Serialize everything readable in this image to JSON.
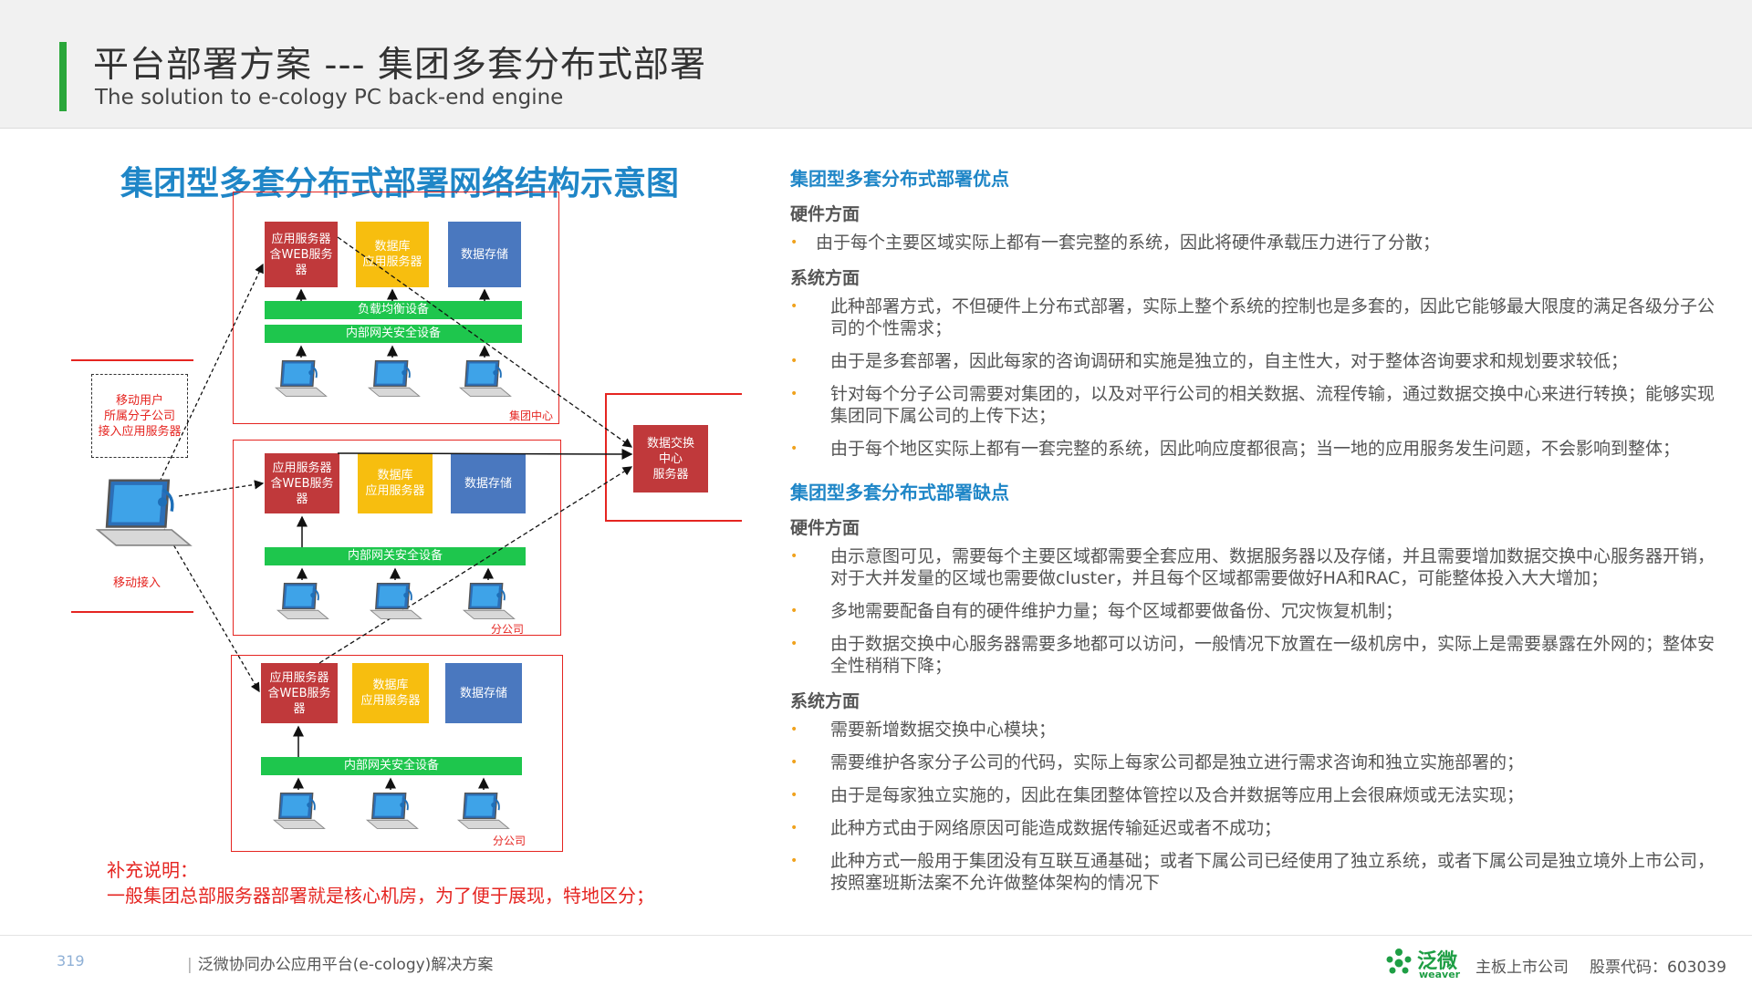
{
  "header": {
    "title": "平台部署方案 --- 集团多套分布式部署",
    "subtitle": "The solution to e-cology PC back-end engine"
  },
  "diagram": {
    "title": "集团型多套分布式部署网络结构示意图",
    "regions": {
      "group_center": "集团中心",
      "sub_a": "分公司",
      "sub_b": "分公司"
    },
    "boxes": {
      "app_server_1": "应用服务器\n含WEB服务器",
      "db_server_1": "数据库\n应用服务器",
      "storage_1": "数据存储",
      "app_server_2": "应用服务器\n含WEB服务器",
      "db_server_2": "数据库\n应用服务器",
      "storage_2": "数据存储",
      "app_server_3": "应用服务器\n含WEB服务器",
      "db_server_3": "数据库\n应用服务器",
      "storage_3": "数据存储",
      "exchange": "数据交换\n中心\n服务器"
    },
    "bars": {
      "lb_1": "负载均衡设备",
      "gw_1": "内部网关安全设备",
      "gw_2": "内部网关安全设备",
      "gw_3": "内部网关安全设备"
    },
    "mobile_note": "移动用户\n所属分子公司\n接入应用服务器",
    "mobile_label": "移动接入",
    "note_line1": "补充说明：",
    "note_line2": "一般集团总部服务器部署就是核心机房，为了便于展现，特地区分；"
  },
  "advantages": {
    "title": "集团型多套分布式部署优点",
    "hardware_title": "硬件方面",
    "hardware_items": [
      "由于每个主要区域实际上都有一套完整的系统，因此将硬件承载压力进行了分散；"
    ],
    "system_title": "系统方面",
    "system_items": [
      "此种部署方式，不但硬件上分布式部署，实际上整个系统的控制也是多套的，因此它能够最大限度的满足各级分子公司的个性需求；",
      "由于是多套部署，因此每家的咨询调研和实施是独立的，自主性大，对于整体咨询要求和规划要求较低；",
      "针对每个分子公司需要对集团的，以及对平行公司的相关数据、流程传输，通过数据交换中心来进行转换；能够实现集团同下属公司的上传下达；",
      "由于每个地区实际上都有一套完整的系统，因此响应度都很高；当一地的应用服务发生问题，不会影响到整体；"
    ]
  },
  "disadvantages": {
    "title": "集团型多套分布式部署缺点",
    "hardware_title": "硬件方面",
    "hardware_items": [
      "由示意图可见，需要每个主要区域都需要全套应用、数据服务器以及存储，并且需要增加数据交换中心服务器开销，对于大并发量的区域也需要做cluster，并且每个区域都需要做好HA和RAC，可能整体投入大大增加；",
      "多地需要配备自有的硬件维护力量；每个区域都要做备份、冗灾恢复机制；",
      "由于数据交换中心服务器需要多地都可以访问，一般情况下放置在一级机房中，实际上是需要暴露在外网的；整体安全性稍稍下降；"
    ],
    "system_title": "系统方面",
    "system_items": [
      "需要新增数据交换中心模块；",
      "需要维护各家分子公司的代码，实际上每家公司都是独立进行需求咨询和独立实施部署的；",
      "由于是每家独立实施的，因此在集团整体管控以及合并数据等应用上会很麻烦或无法实现；",
      "此种方式由于网络原因可能造成数据传输延迟或者不成功；",
      "此种方式一般用于集团没有互联互通基础；或者下属公司已经使用了独立系统，或者下属公司是独立境外上市公司，按照塞班斯法案不允许做整体架构的情况下"
    ]
  },
  "footer": {
    "page_number": "319",
    "separator": "|",
    "doc_title": "泛微协同办公应用平台(e-cology)解决方案",
    "logo_cn": "泛微",
    "logo_en": "weaver",
    "company_type": "主板上市公司",
    "stock_code": "股票代码：603039"
  },
  "colors": {
    "accent_green": "#2aa73a",
    "title_blue": "#1f86c7",
    "region_red": "#e52521",
    "server_red": "#c0393b",
    "db_yellow": "#f7be0f",
    "storage_blue": "#4a78bf",
    "gateway_green": "#1ec64d",
    "bullet_orange": "#f0a21d"
  }
}
